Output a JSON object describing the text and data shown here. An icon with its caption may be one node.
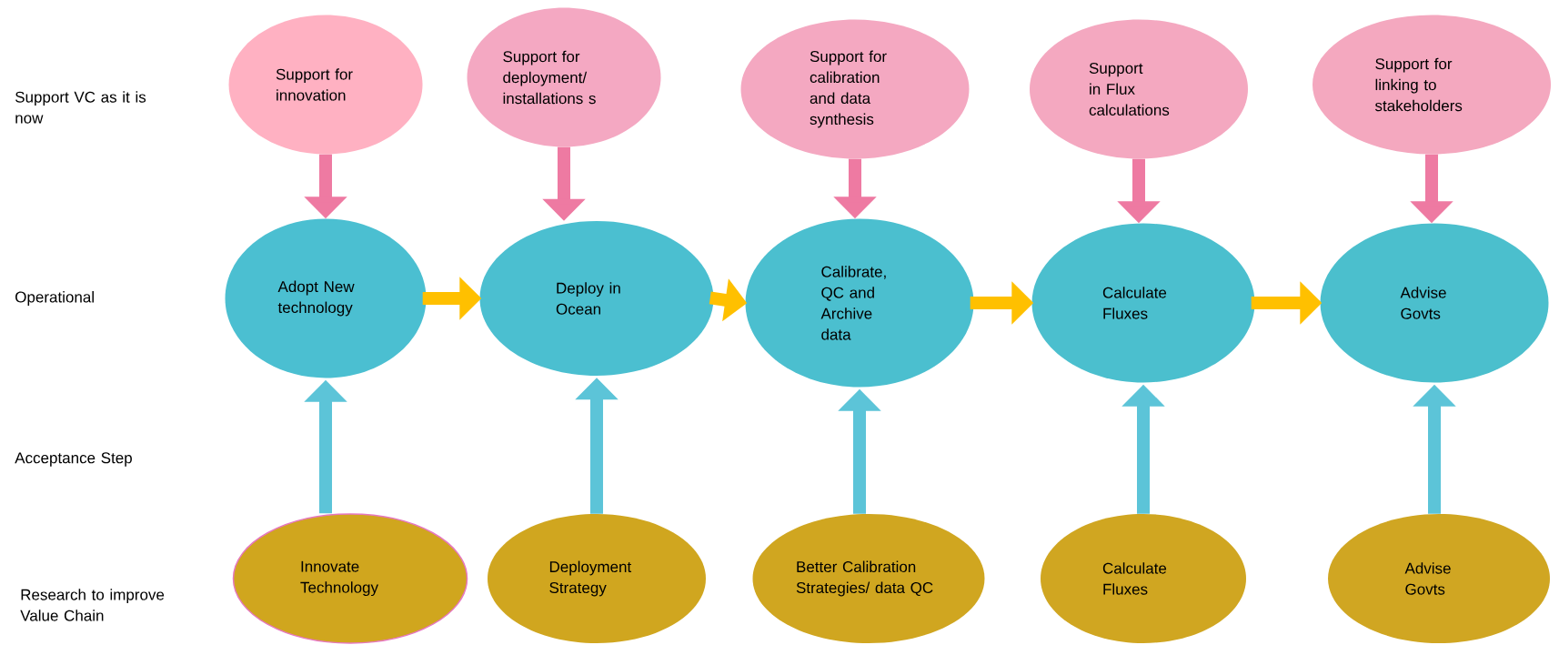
{
  "diagram": {
    "nodes": [
      {
        "text": [
          "Support for innovation"
        ]
      },
      {
        "text": [
          "Support for deployment/ installations s"
        ]
      },
      {
        "text": [
          "Support for calibration and data synthesis"
        ]
      },
      {
        "text": [
          "Support in Flux calculations"
        ]
      },
      {
        "text": [
          "Support  for linking to stakeholders"
        ]
      },
      {
        "text": [
          "Adopt New technology"
        ]
      },
      {
        "text": [
          "Deploy in Ocean"
        ]
      },
      {
        "text": [
          "Calibrate, QC and Archive data"
        ]
      },
      {
        "text": [
          "Calculate Fluxes"
        ]
      },
      {
        "text": [
          "Advise Govts"
        ]
      },
      {
        "text": [
          "Innovate Technology"
        ]
      },
      {
        "text": [
          "Deployment Strategy"
        ]
      },
      {
        "text": [
          "Better Calibration Strategies/ data QC"
        ]
      },
      {
        "text": [
          "Calculate Fluxes"
        ]
      },
      {
        "text": [
          "Advise Govts"
        ]
      }
    ],
    "edges": [
      {
        "from": 0,
        "to": 5,
        "arrow": "to",
        "color": "#ee7aa2"
      },
      {
        "from": 1,
        "to": 6,
        "arrow": "to",
        "color": "#ee7aa2"
      },
      {
        "from": 2,
        "to": 7,
        "arrow": "to",
        "color": "#ee7aa2"
      },
      {
        "from": 3,
        "to": 8,
        "arrow": "to",
        "color": "#ee7aa2"
      },
      {
        "from": 4,
        "to": 9,
        "arrow": "to",
        "color": "#ee7aa2"
      },
      {
        "from": 5,
        "to": 6,
        "arrow": "to",
        "color": "#ffc000"
      },
      {
        "from": 6,
        "to": 7,
        "arrow": "to",
        "color": "#ffc000"
      },
      {
        "from": 7,
        "to": 8,
        "arrow": "to",
        "color": "#ffc000"
      },
      {
        "from": 8,
        "to": 9,
        "arrow": "to",
        "color": "#ffc000"
      },
      {
        "from": 10,
        "to": 5,
        "arrow": "to",
        "color": "#5cc4d8"
      },
      {
        "from": 11,
        "to": 6,
        "arrow": "to",
        "color": "#5cc4d8"
      },
      {
        "from": 12,
        "to": 7,
        "arrow": "to",
        "color": "#5cc4d8"
      },
      {
        "from": 13,
        "to": 8,
        "arrow": "to",
        "color": "#5cc4d8"
      },
      {
        "from": 14,
        "to": 9,
        "arrow": "to",
        "color": "#5cc4d8"
      }
    ],
    "labels": [
      "Support VC as it is now",
      "Operational",
      "Acceptance Step",
      "Research to improve Value Chain"
    ]
  }
}
